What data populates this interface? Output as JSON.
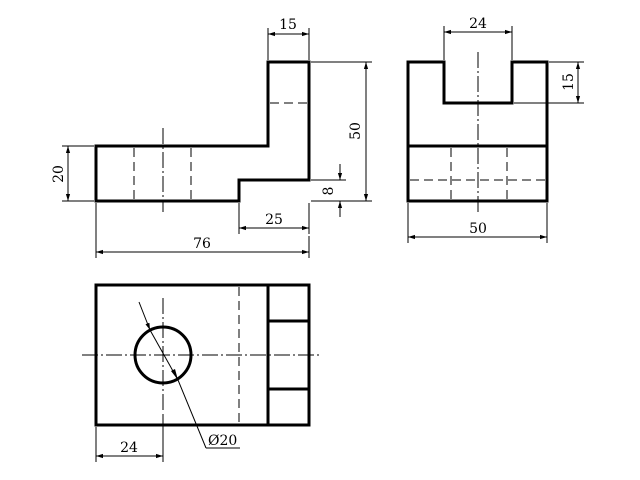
{
  "front_view": {
    "dimensions": {
      "rib_width": "15",
      "height": "50",
      "base_height": "20",
      "slot_depth": "8",
      "slot_width": "25",
      "length": "76"
    }
  },
  "side_view": {
    "dimensions": {
      "notch_width": "24",
      "notch_depth": "15",
      "width": "50"
    }
  },
  "top_view": {
    "dimensions": {
      "hole_offset": "24",
      "hole_diameter": "Ø20"
    }
  }
}
